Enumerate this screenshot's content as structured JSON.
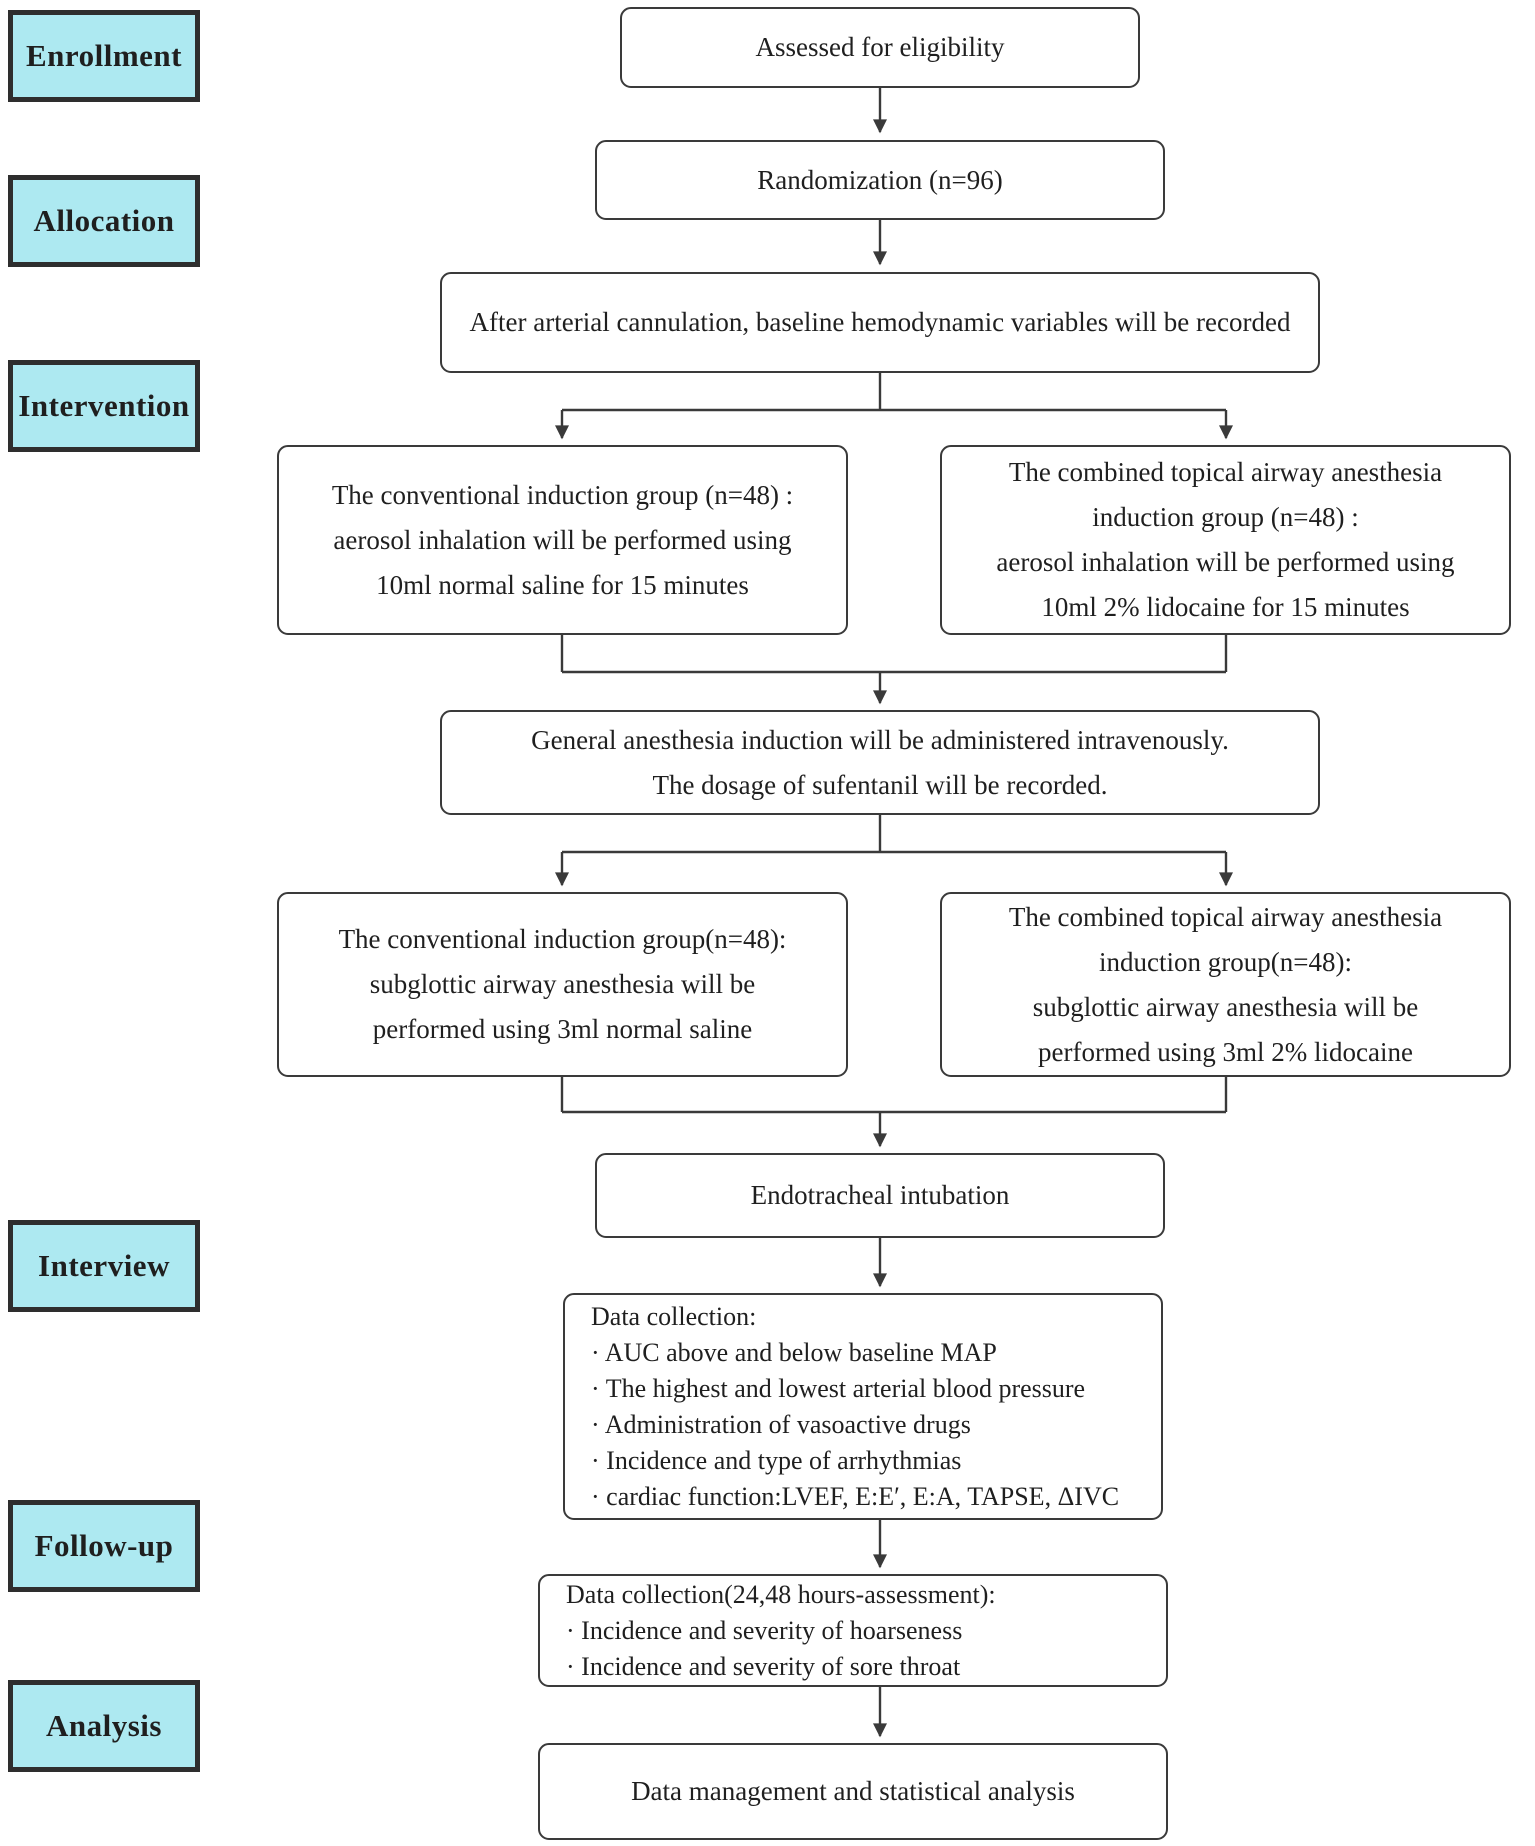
{
  "title": "Clinical trial CONSORT flow diagram",
  "colors": {
    "label_fill": "#ade9f1",
    "label_border": "#2e2e2e",
    "box_border": "#3a3a3a",
    "box_fill": "#ffffff",
    "text": "#1f1f1f",
    "connector": "#3a3a3a"
  },
  "stage_labels": [
    {
      "id": "enrollment",
      "label": "Enrollment"
    },
    {
      "id": "allocation",
      "label": "Allocation"
    },
    {
      "id": "intervention",
      "label": "Intervention"
    },
    {
      "id": "interview",
      "label": "Interview"
    },
    {
      "id": "follow_up",
      "label": "Follow-up"
    },
    {
      "id": "analysis",
      "label": "Analysis"
    }
  ],
  "flow": {
    "assessed": "Assessed for eligibility",
    "randomization": "Randomization (n=96)",
    "baseline": "After arterial cannulation, baseline hemodynamic variables will be recorded",
    "branch1_left": {
      "lines": [
        "The conventional induction group (n=48) :",
        "aerosol inhalation will be performed using",
        "10ml normal saline for 15 minutes"
      ]
    },
    "branch1_right": {
      "lines": [
        "The combined topical airway anesthesia",
        "induction group (n=48) :",
        "aerosol inhalation will be performed using",
        "10ml 2% lidocaine for 15 minutes"
      ]
    },
    "general_anesthesia": {
      "lines": [
        "General anesthesia induction will be administered intravenously.",
        "The dosage of sufentanil will be recorded."
      ]
    },
    "branch2_left": {
      "lines": [
        "The conventional induction group(n=48):",
        "subglottic airway anesthesia will be",
        "performed using 3ml normal saline"
      ]
    },
    "branch2_right": {
      "lines": [
        "The combined topical airway anesthesia",
        "induction group(n=48):",
        "subglottic airway anesthesia will be",
        "performed using 3ml 2% lidocaine"
      ]
    },
    "intubation": "Endotracheal intubation",
    "data_collection": {
      "title": "Data collection:",
      "bullets": [
        "· AUC above and below baseline MAP",
        "· The highest and lowest arterial blood pressure",
        "· Administration of vasoactive drugs",
        "· Incidence and type of arrhythmias",
        "· cardiac function:LVEF, E:E′, E:A, TAPSE, ΔIVC"
      ]
    },
    "data_collection_followup": {
      "title": "Data collection(24,48 hours-assessment):",
      "bullets": [
        "· Incidence and severity of  hoarseness",
        "· Incidence and severity of sore throat"
      ]
    },
    "final": "Data management and statistical analysis"
  }
}
